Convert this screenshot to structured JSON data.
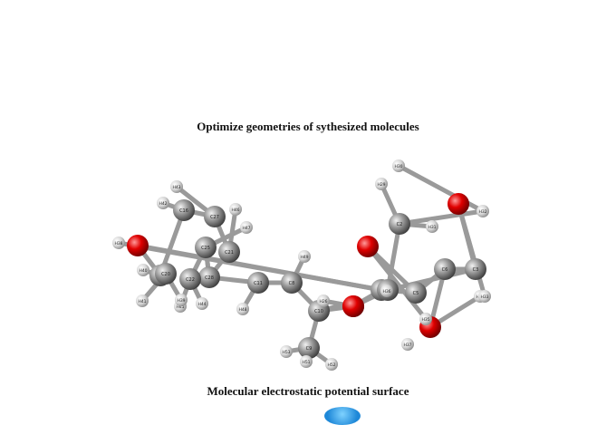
{
  "captions": {
    "top": "Optimize geometries of sythesized molecules",
    "bottom": "Molecular  electrostatic potential surface"
  },
  "colors": {
    "carbon": "#8a8a8a",
    "oxygen": "#d10000",
    "hydrogen": "#d6d6d6",
    "bond": "#9a9a9a",
    "surface": "#1e88d8"
  },
  "atoms": [
    {
      "label": "H52",
      "element": "H"
    },
    {
      "label": "H53",
      "element": "H"
    },
    {
      "label": "C9",
      "element": "C"
    },
    {
      "label": "H51",
      "element": "H"
    },
    {
      "label": "C10",
      "element": "C"
    },
    {
      "label": "H50",
      "element": "H"
    },
    {
      "label": "H26",
      "element": "H"
    },
    {
      "label": "O",
      "element": "O"
    },
    {
      "label": "C8",
      "element": "C"
    },
    {
      "label": "H49",
      "element": "H"
    },
    {
      "label": "C11",
      "element": "C"
    },
    {
      "label": "H48",
      "element": "H"
    },
    {
      "label": "C28",
      "element": "C"
    },
    {
      "label": "C25",
      "element": "C"
    },
    {
      "label": "C21",
      "element": "C"
    },
    {
      "label": "H47",
      "element": "H"
    },
    {
      "label": "C22",
      "element": "C"
    },
    {
      "label": "C27",
      "element": "C"
    },
    {
      "label": "H46",
      "element": "H"
    },
    {
      "label": "H45",
      "element": "H"
    },
    {
      "label": "H44",
      "element": "H"
    },
    {
      "label": "H43",
      "element": "H"
    },
    {
      "label": "C16",
      "element": "C"
    },
    {
      "label": "H42",
      "element": "H"
    },
    {
      "label": "C1",
      "element": "C"
    },
    {
      "label": "H40",
      "element": "H"
    },
    {
      "label": "C20",
      "element": "C"
    },
    {
      "label": "H41",
      "element": "H"
    },
    {
      "label": "H39",
      "element": "H"
    },
    {
      "label": "O",
      "element": "O"
    },
    {
      "label": "O",
      "element": "O"
    },
    {
      "label": "H38",
      "element": "H"
    },
    {
      "label": "C4",
      "element": "C"
    },
    {
      "label": "O",
      "element": "O"
    },
    {
      "label": "H37",
      "element": "H"
    },
    {
      "label": "O",
      "element": "O"
    },
    {
      "label": "C7",
      "element": "C"
    },
    {
      "label": "H36",
      "element": "H"
    },
    {
      "label": "C5",
      "element": "C"
    },
    {
      "label": "H35",
      "element": "H"
    },
    {
      "label": "C6",
      "element": "C"
    },
    {
      "label": "H34",
      "element": "H"
    },
    {
      "label": "C3",
      "element": "C"
    },
    {
      "label": "H33",
      "element": "H"
    },
    {
      "label": "O",
      "element": "O"
    },
    {
      "label": "H32",
      "element": "H"
    },
    {
      "label": "H31",
      "element": "H"
    },
    {
      "label": "C2",
      "element": "C"
    },
    {
      "label": "H30",
      "element": "H"
    },
    {
      "label": "H29",
      "element": "H"
    }
  ],
  "bonds": [
    [
      0,
      2
    ],
    [
      1,
      2
    ],
    [
      3,
      2
    ],
    [
      2,
      4
    ],
    [
      4,
      5
    ],
    [
      4,
      7
    ],
    [
      6,
      7
    ],
    [
      4,
      8
    ],
    [
      8,
      9
    ],
    [
      8,
      10
    ],
    [
      10,
      11
    ],
    [
      10,
      12
    ],
    [
      12,
      13
    ],
    [
      12,
      14
    ],
    [
      13,
      15
    ],
    [
      13,
      16
    ],
    [
      14,
      17
    ],
    [
      14,
      18
    ],
    [
      16,
      19
    ],
    [
      16,
      20
    ],
    [
      17,
      21
    ],
    [
      17,
      22
    ],
    [
      22,
      23
    ],
    [
      22,
      24
    ],
    [
      24,
      25
    ],
    [
      24,
      26
    ],
    [
      26,
      27
    ],
    [
      26,
      28
    ],
    [
      24,
      29
    ],
    [
      29,
      32
    ],
    [
      32,
      31
    ],
    [
      32,
      33
    ],
    [
      33,
      36
    ],
    [
      32,
      38
    ],
    [
      38,
      30
    ],
    [
      30,
      39
    ],
    [
      38,
      40
    ],
    [
      40,
      35
    ],
    [
      35,
      41
    ],
    [
      40,
      42
    ],
    [
      42,
      44
    ],
    [
      44,
      43
    ],
    [
      42,
      36
    ],
    [
      36,
      37
    ],
    [
      36,
      47
    ],
    [
      47,
      46
    ],
    [
      47,
      45
    ],
    [
      45,
      48
    ],
    [
      47,
      49
    ],
    [
      13,
      12
    ]
  ]
}
